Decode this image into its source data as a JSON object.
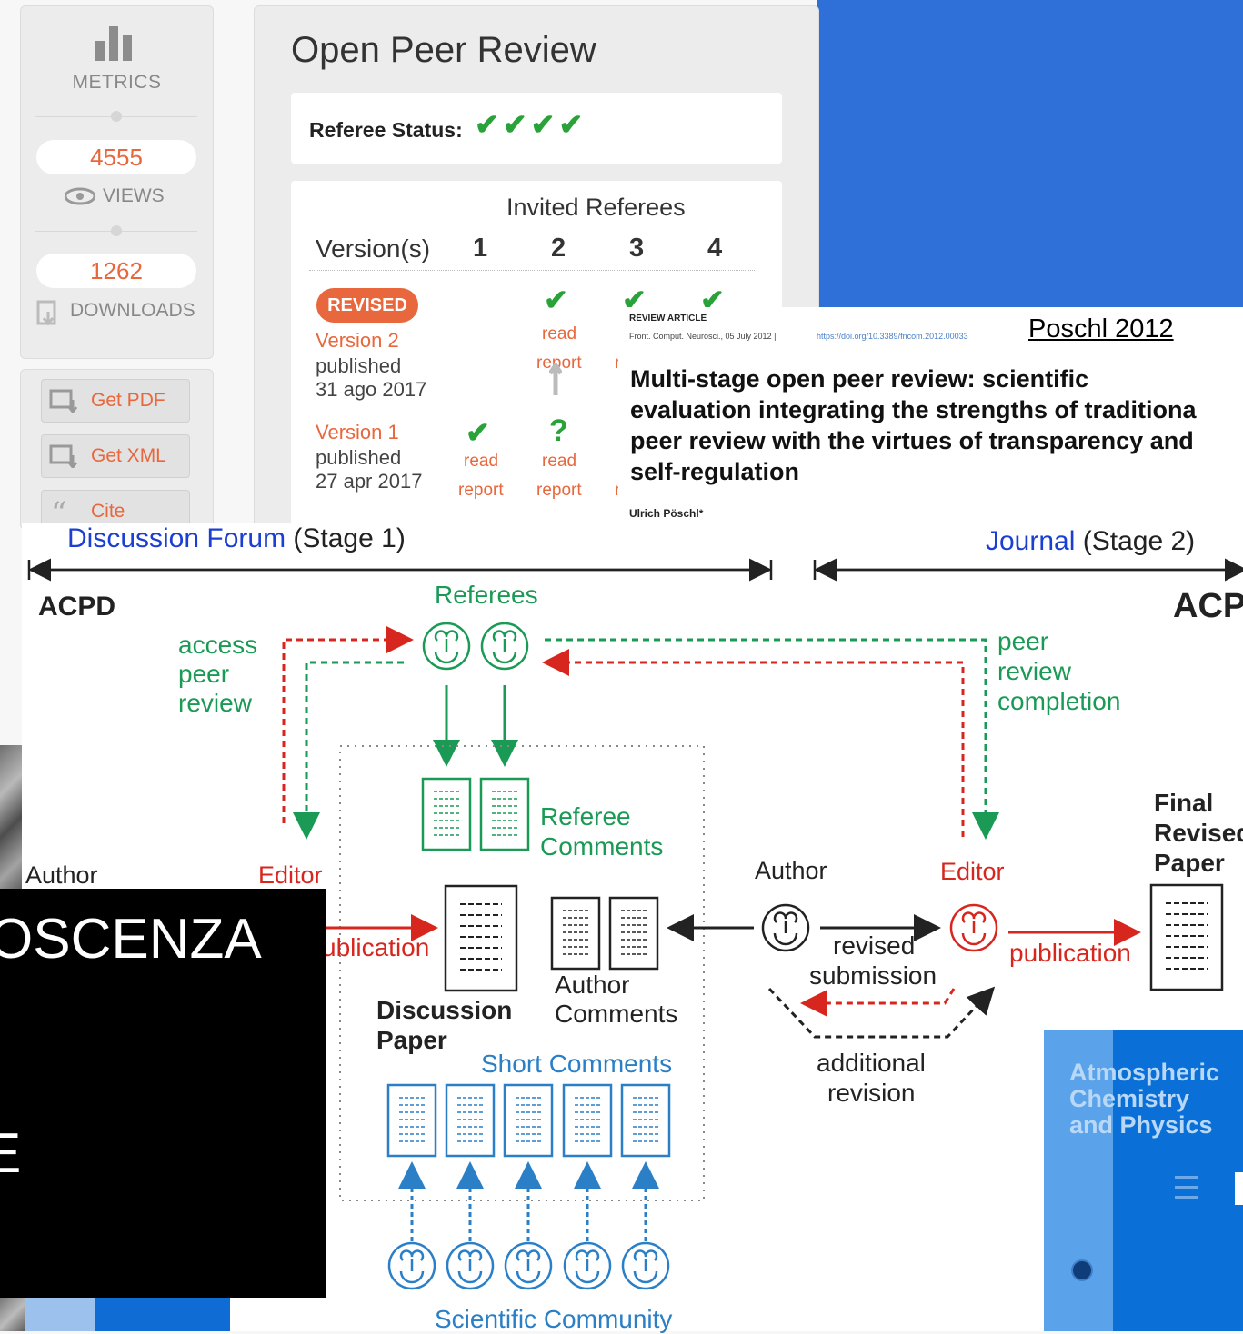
{
  "metrics_panel": {
    "metrics_label": "METRICS",
    "views_count": "4555",
    "views_label": "VIEWS",
    "downloads_count": "1262",
    "downloads_label": "DOWNLOADS"
  },
  "actions": {
    "get_pdf": "Get PDF",
    "get_xml": "Get XML",
    "cite": "Cite"
  },
  "open_peer_review": {
    "title": "Open Peer Review",
    "referee_status_label": "Referee Status:",
    "referee_status_checks": "✔✔✔✔",
    "invited_referees": "Invited Referees",
    "versions_header": "Version(s)",
    "referee_numbers": [
      "1",
      "2",
      "3",
      "4"
    ],
    "revised_badge": "REVISED",
    "version2_label": "Version 2",
    "version2_published": "published",
    "version2_date": "31 ago 2017",
    "version1_label": "Version 1",
    "version1_published": "published",
    "version1_date": "27 apr 2017",
    "read": "read",
    "report": "report",
    "question": "?",
    "r_trunc": "r"
  },
  "paper_excerpt": {
    "article_type": "REVIEW ARTICLE",
    "citation_line": "Front. Comput. Neurosci., 05 July 2012 |",
    "doi": "https://doi.org/10.3389/fncom.2012.00033",
    "link_label": "Poschl 2012",
    "title_lines": [
      "Multi-stage open peer review: scientific",
      "evaluation integrating the strengths of traditiona",
      "peer review with the virtues of transparency and",
      "self-regulation"
    ],
    "author": "Ulrich Pöschl*"
  },
  "diagram": {
    "discussion_forum": "Discussion Forum",
    "stage1": "(Stage 1)",
    "journal": "Journal",
    "stage2": "(Stage 2)",
    "acpd": "ACPD",
    "acp": "ACP",
    "referees": "Referees",
    "access_peer_review": [
      "access",
      "peer",
      "review"
    ],
    "peer_review_completion": [
      "peer",
      "review",
      "completion"
    ],
    "referee_comments": [
      "Referee",
      "Comments"
    ],
    "author_left": "Author",
    "editor_left": "Editor",
    "publication_left": "ublication",
    "discussion_paper": [
      "Discussion",
      "Paper"
    ],
    "author_comments": [
      "Author",
      "Comments"
    ],
    "short_comments": "Short Comments",
    "scientific_community": "Scientific Community",
    "author_right": "Author",
    "editor_right": "Editor",
    "revised_submission": [
      "revised",
      "submission"
    ],
    "additional_revision": [
      "additional",
      "revision"
    ],
    "publication_right": "publication",
    "final_revised_paper": [
      "Final",
      "Revised",
      "Paper"
    ]
  },
  "overlay_black": {
    "line1": "OSCENZA",
    "line2": "E"
  },
  "journal_cover": {
    "title_lines": [
      "Atmospheric",
      "Chemistry",
      "and Physics"
    ]
  }
}
